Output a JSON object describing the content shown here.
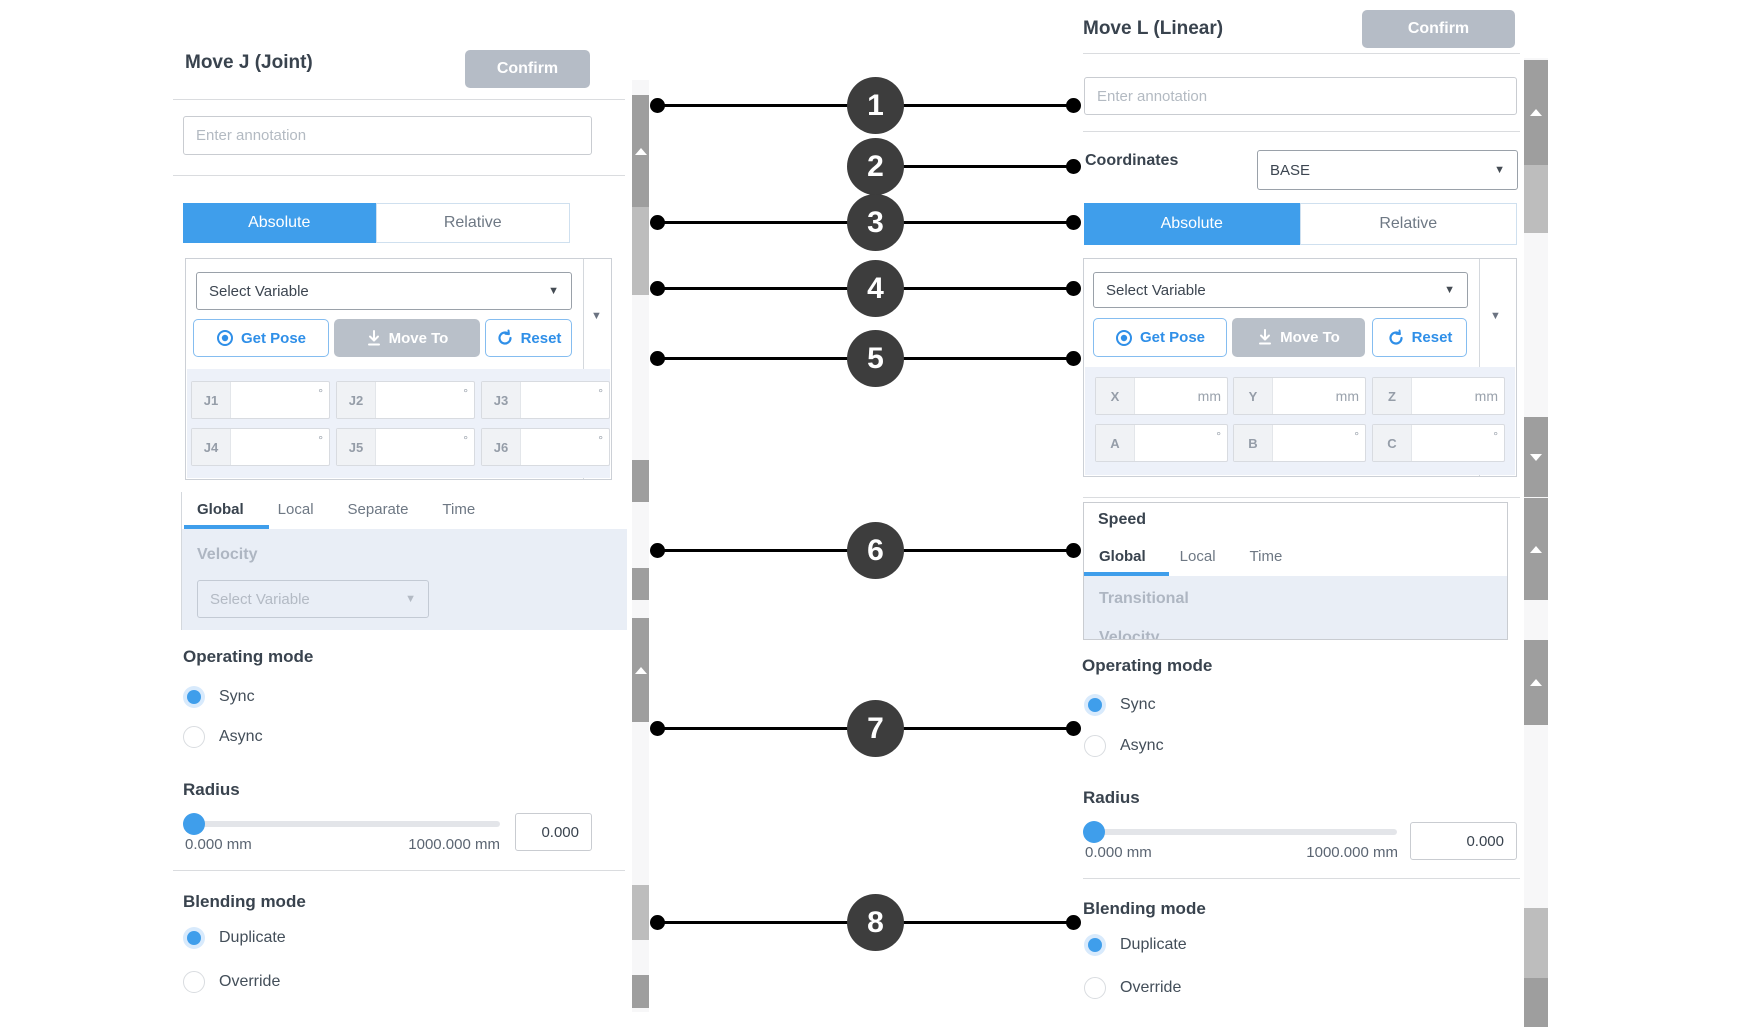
{
  "left_panel": {
    "title": "Move J (Joint)",
    "confirm_label": "Confirm",
    "annotation_placeholder": "Enter annotation",
    "mode_tabs": {
      "absolute": "Absolute",
      "relative": "Relative"
    },
    "pose": {
      "variable_placeholder": "Select Variable",
      "get_pose": "Get Pose",
      "move_to": "Move To",
      "reset": "Reset",
      "joints": [
        {
          "label": "J1",
          "unit": "°"
        },
        {
          "label": "J2",
          "unit": "°"
        },
        {
          "label": "J3",
          "unit": "°"
        },
        {
          "label": "J4",
          "unit": "°"
        },
        {
          "label": "J5",
          "unit": "°"
        },
        {
          "label": "J6",
          "unit": "°"
        }
      ]
    },
    "speed": {
      "tabs": [
        "Global",
        "Local",
        "Separate",
        "Time"
      ],
      "velocity_label": "Velocity",
      "velocity_placeholder": "Select Variable"
    },
    "operating_mode": {
      "label": "Operating mode",
      "sync": "Sync",
      "async": "Async"
    },
    "radius": {
      "label": "Radius",
      "min": "0.000 mm",
      "max": "1000.000 mm",
      "value": "0.000"
    },
    "blending": {
      "label": "Blending mode",
      "duplicate": "Duplicate",
      "override": "Override"
    }
  },
  "right_panel": {
    "title": "Move L (Linear)",
    "confirm_label": "Confirm",
    "annotation_placeholder": "Enter annotation",
    "coordinates": {
      "label": "Coordinates",
      "value": "BASE"
    },
    "mode_tabs": {
      "absolute": "Absolute",
      "relative": "Relative"
    },
    "pose": {
      "variable_placeholder": "Select Variable",
      "get_pose": "Get Pose",
      "move_to": "Move To",
      "reset": "Reset",
      "fields": [
        {
          "label": "X",
          "unit": "mm"
        },
        {
          "label": "Y",
          "unit": "mm"
        },
        {
          "label": "Z",
          "unit": "mm"
        },
        {
          "label": "A",
          "unit": "°"
        },
        {
          "label": "B",
          "unit": "°"
        },
        {
          "label": "C",
          "unit": "°"
        }
      ]
    },
    "speed": {
      "title": "Speed",
      "tabs": [
        "Global",
        "Local",
        "Time"
      ],
      "transitional_label": "Transitional",
      "clipped_label": "Velocity"
    },
    "operating_mode": {
      "label": "Operating mode",
      "sync": "Sync",
      "async": "Async"
    },
    "radius": {
      "label": "Radius",
      "min": "0.000 mm",
      "max": "1000.000 mm",
      "value": "0.000"
    },
    "blending": {
      "label": "Blending mode",
      "duplicate": "Duplicate",
      "override": "Override"
    }
  },
  "callouts": [
    {
      "number": "1"
    },
    {
      "number": "2"
    },
    {
      "number": "3"
    },
    {
      "number": "4"
    },
    {
      "number": "5"
    },
    {
      "number": "6"
    },
    {
      "number": "7"
    },
    {
      "number": "8"
    }
  ],
  "colors": {
    "accent": "#3f9eeb",
    "confirm_bg": "#b5bcc6",
    "callout_bg": "#3d3d3d"
  }
}
